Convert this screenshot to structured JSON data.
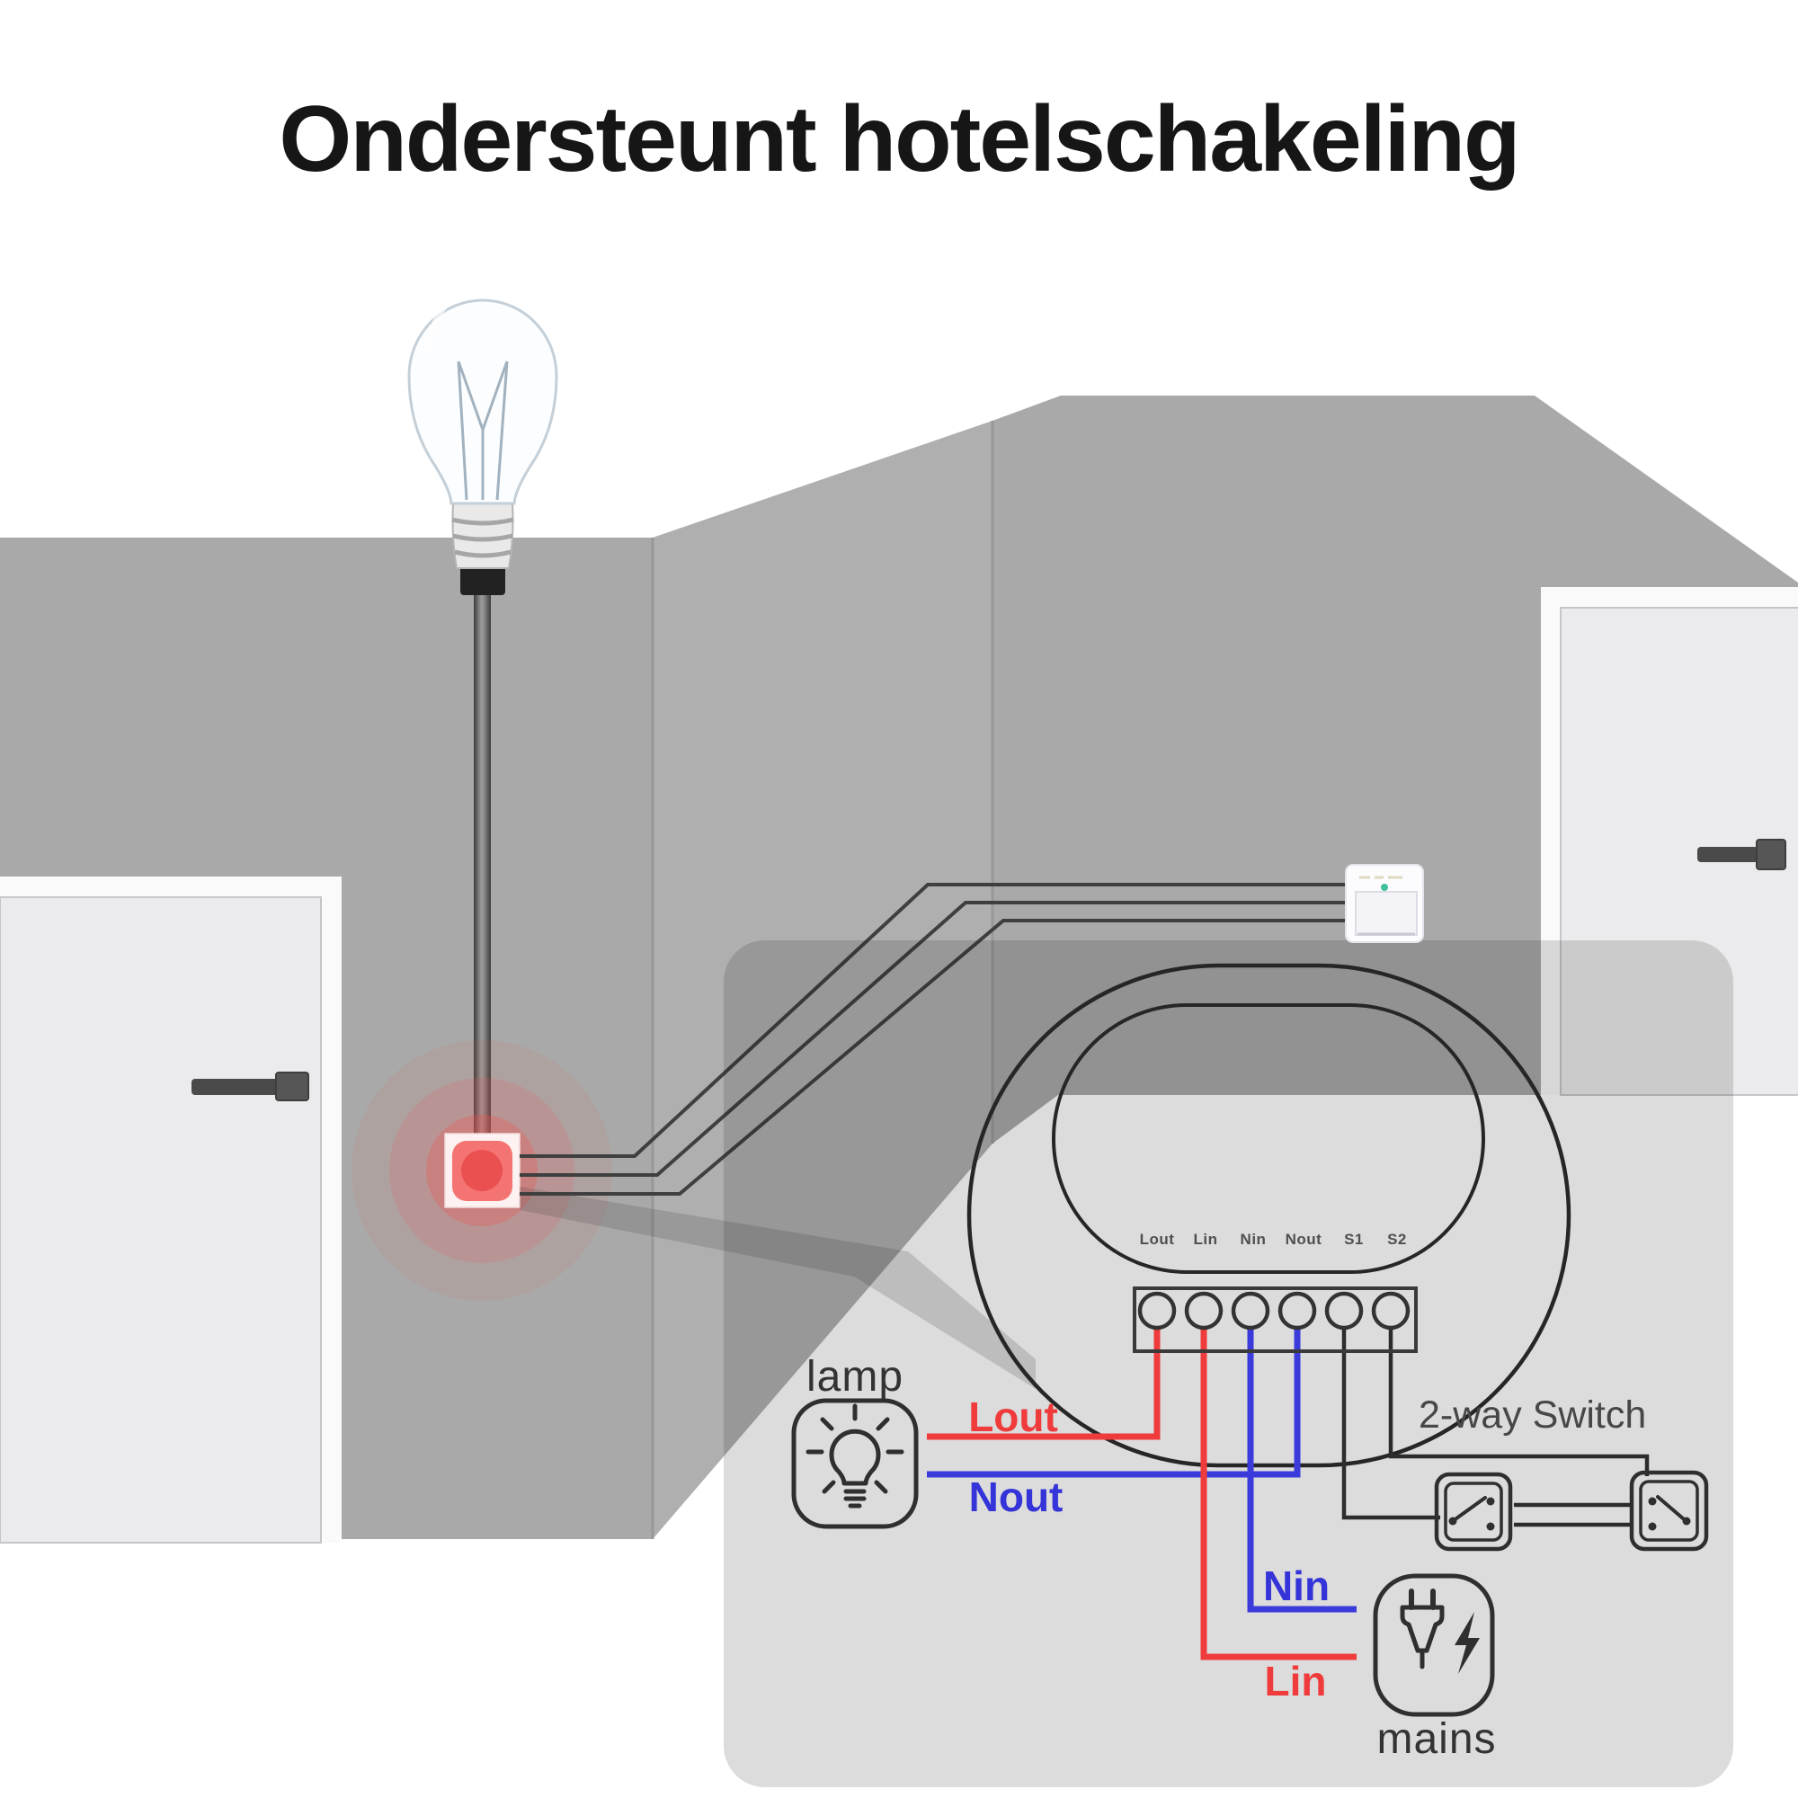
{
  "title": "Ondersteunt hotelschakeling",
  "diagram": {
    "lamp_label": "lamp",
    "mains_label": "mains",
    "two_way_switch_label": "2-way Switch",
    "terminal_labels": [
      "Lout",
      "Lin",
      "Nin",
      "Nout",
      "S1",
      "S2"
    ],
    "wire_labels": {
      "lout": "Lout",
      "nout": "Nout",
      "nin": "Nin",
      "lin": "Lin"
    },
    "icons": {
      "lamp": "bulb-icon",
      "mains": "plug-lightning-icon",
      "left_switch": "toggle-switch-icon",
      "right_switch": "toggle-switch-icon",
      "wall_switch": "rocker-switch",
      "ceiling_light": "incandescent-bulb",
      "relay_point": "red-button-glow"
    },
    "colors": {
      "live_wire": "#ef3b3b",
      "neutral_wire": "#3b3bdc",
      "signal_wire": "#2c2c2c",
      "wall": "#a9a9a9",
      "glow": "#ef5350",
      "overlay_panel": "rgba(20,18,18,0.15)"
    }
  }
}
